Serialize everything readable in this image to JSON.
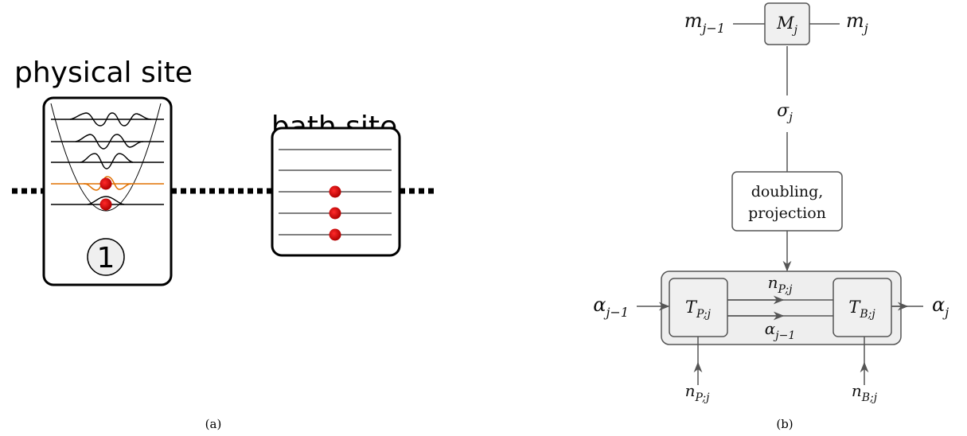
{
  "panel_a": {
    "physical_site_label": "physical site",
    "bath_site_label": "bath site",
    "site_index": "1",
    "caption": "(a)"
  },
  "panel_b": {
    "m_left": {
      "base": "m",
      "sub": "j−1"
    },
    "m_right": {
      "base": "m",
      "sub": "j"
    },
    "M_box": {
      "base": "M",
      "sub": "j"
    },
    "sigma": {
      "base": "σ",
      "sub": "j"
    },
    "doubling_line1": "doubling,",
    "doubling_line2": "projection",
    "T_P": {
      "base": "T",
      "sub": "P;j"
    },
    "T_B": {
      "base": "T",
      "sub": "B;j"
    },
    "n_Pj_top": {
      "base": "n",
      "sub": "P;j"
    },
    "alpha_mid": {
      "base": "α",
      "sub": "j−1"
    },
    "alpha_left": {
      "base": "α",
      "sub": "j−1"
    },
    "alpha_right": {
      "base": "α",
      "sub": "j"
    },
    "n_Pj_bottom": {
      "base": "n",
      "sub": "P;j"
    },
    "n_Bj_bottom": {
      "base": "n",
      "sub": "B;j"
    },
    "caption": "(b)"
  },
  "colors": {
    "occupied_dot": "#cc0000",
    "highlight_level": "#e07000",
    "box_fill": "#f0f0f0"
  }
}
